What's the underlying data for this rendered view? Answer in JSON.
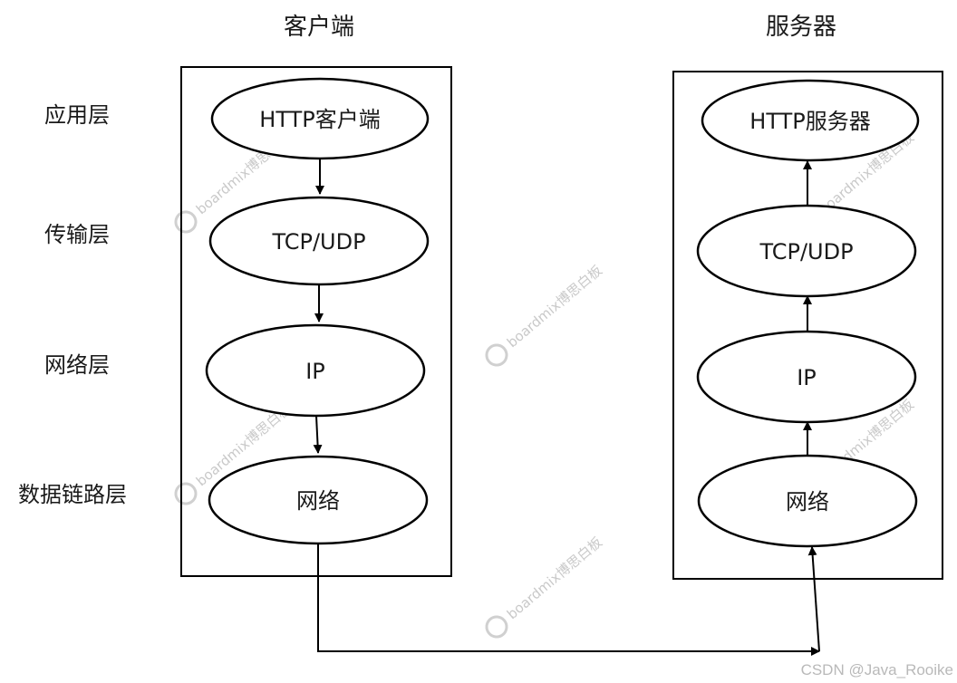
{
  "columns": {
    "client_title": "客户端",
    "server_title": "服务器"
  },
  "layers": [
    "应用层",
    "传输层",
    "网络层",
    "数据链路层"
  ],
  "client_nodes": [
    "HTTP客户端",
    "TCP/UDP",
    "IP",
    "网络"
  ],
  "server_nodes": [
    "HTTP服务器",
    "TCP/UDP",
    "IP",
    "网络"
  ],
  "watermark": "boardmix博思白板",
  "credit": "CSDN @Java_Rooike",
  "colors": {
    "stroke": "#000000",
    "watermark": "#c9c9c9"
  }
}
